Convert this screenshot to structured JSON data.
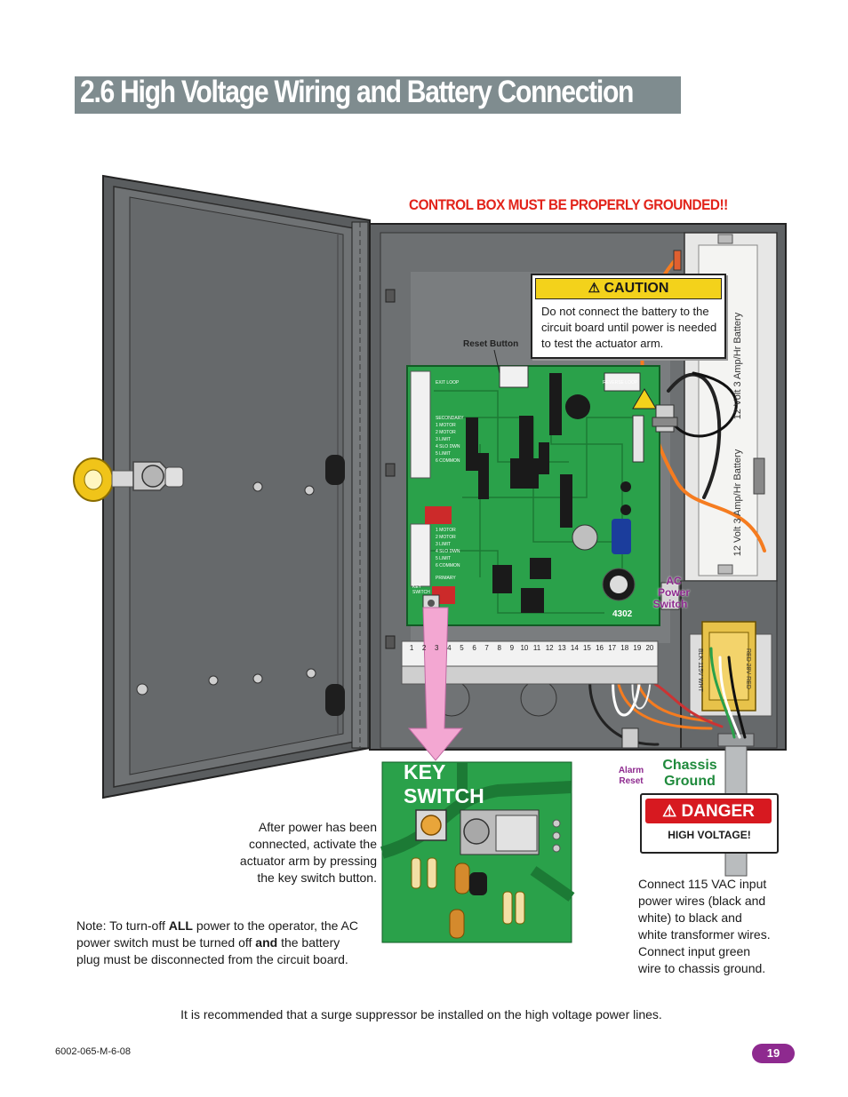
{
  "title": "2.6 High Voltage Wiring and Battery Connection",
  "ground_warning": "CONTROL BOX MUST BE PROPERLY GROUNDED!!",
  "caution": {
    "label": "CAUTION",
    "text": "Do not connect the battery to the circuit board until power is needed to test the actuator arm."
  },
  "labels": {
    "reset_button": "Reset Button",
    "battery_1": "12 Volt 3 Amp/Hr Battery",
    "battery_2": "12 Volt 3 Amp/Hr Battery",
    "ac_power_switch_1": "AC",
    "ac_power_switch_2": "Power",
    "ac_power_switch_3": "Switch",
    "board_model": "4302",
    "alarm_reset_1": "Alarm",
    "alarm_reset_2": "Reset",
    "chassis_ground_1": "Chassis",
    "chassis_ground_2": "Ground",
    "key_switch_1": "KEY",
    "key_switch_2": "SWITCH",
    "terminal_numbers": [
      "1",
      "2",
      "3",
      "4",
      "5",
      "6",
      "7",
      "8",
      "9",
      "10",
      "11",
      "12",
      "13",
      "14",
      "15",
      "16",
      "17",
      "18",
      "19",
      "20"
    ]
  },
  "danger": {
    "label": "DANGER",
    "text": "HIGH VOLTAGE!"
  },
  "key_switch_note": [
    "After power has been",
    "connected, activate the",
    "actuator arm by pressing",
    "the key switch button."
  ],
  "power_off_note": {
    "p1": "Note: To turn-off ",
    "b1": "ALL",
    "p2": " power to the operator, the AC power switch must be turned off ",
    "b2": "and",
    "p3": " the battery plug must be disconnected from the circuit board."
  },
  "connect_note": [
    "Connect 115 VAC input",
    "power wires (black and",
    "white) to black and",
    "white transformer wires.",
    "Connect input green",
    "wire to chassis ground."
  ],
  "surge_note": "It is recommended that a surge suppressor be installed on the high voltage power lines.",
  "doc_code": "6002-065-M-6-08",
  "page_number": "19",
  "colors": {
    "title_bar": "#7f8c8f",
    "warning_red": "#e2231a",
    "caution_yellow": "#f3d21b",
    "danger_red": "#d71920",
    "board_green": "#2aa14a",
    "accent_purple": "#8e2a8f",
    "enclosure_gray": "#5a5d5f"
  }
}
